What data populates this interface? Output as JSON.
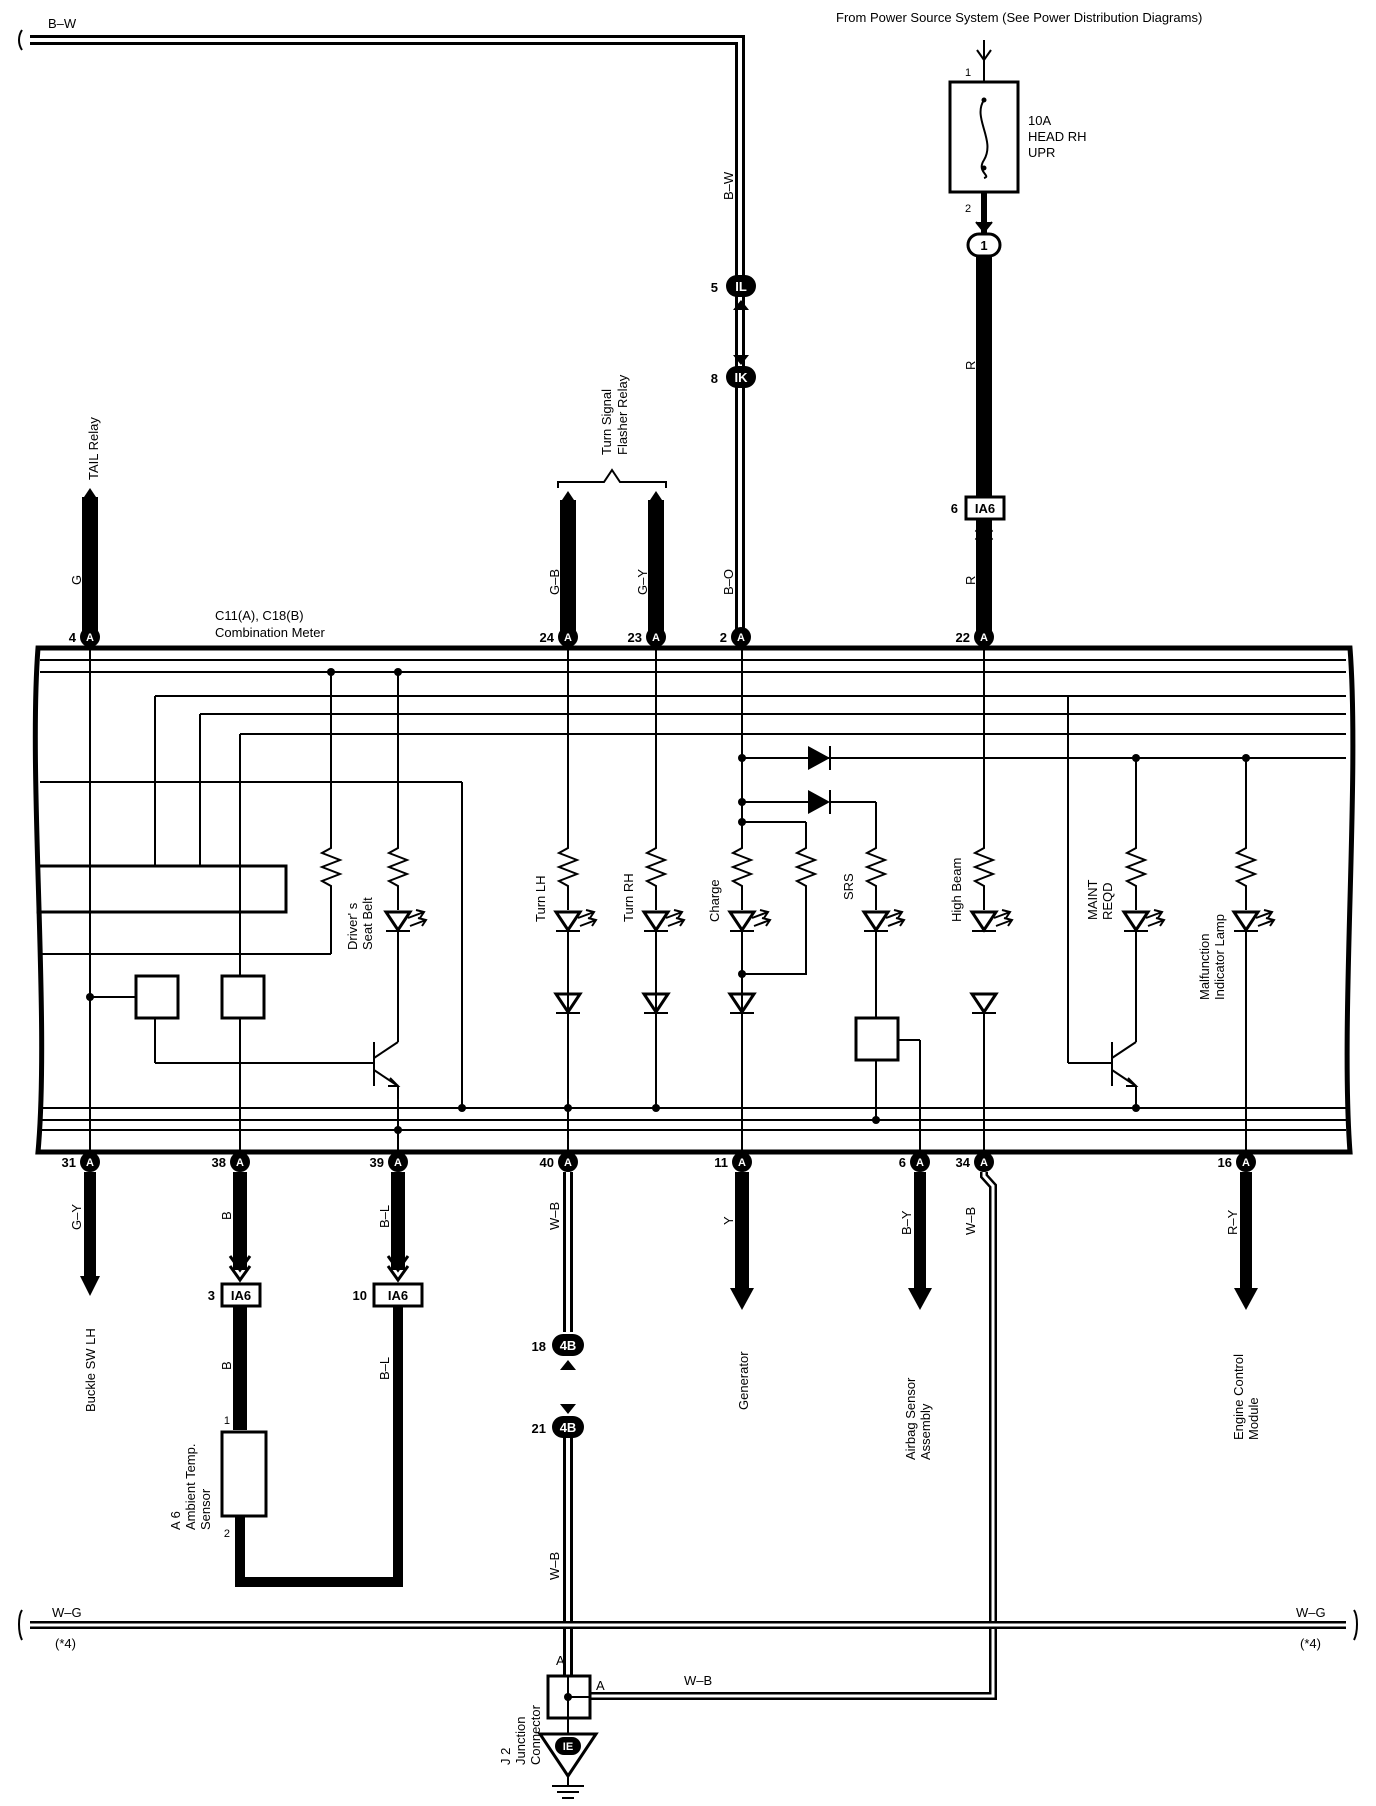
{
  "header": {
    "power_source": "From Power Source System (See Power Distribution Diagrams)"
  },
  "fuse": {
    "amp": "10A",
    "name_line1": "HEAD RH",
    "name_line2": "UPR",
    "pin_in": "1",
    "pin_out": "2"
  },
  "meter": {
    "code": "C11(A), C18(B)",
    "name": "Combination Meter",
    "connector_letter": "A"
  },
  "sources": {
    "tail_relay": "TAIL Relay",
    "turn_relay_line1": "Turn Signal",
    "turn_relay_line2": "Flasher Relay"
  },
  "wire_colors": {
    "b_w": "B–W",
    "g": "G",
    "g_b": "G–B",
    "g_y_top": "G–Y",
    "b_o": "B–O",
    "r": "R",
    "g_y": "G–Y",
    "b": "B",
    "b_l": "B–L",
    "w_b": "W–B",
    "y": "Y",
    "b_y": "B–Y",
    "r_y": "R–Y",
    "w_g": "W–G"
  },
  "junctions": {
    "il": "IL",
    "ik": "IK",
    "ia6": "IA6",
    "c1": "1",
    "b4": "4B",
    "ie": "IE"
  },
  "pins": {
    "il": "5",
    "ik": "8",
    "ia6_top": "6",
    "ia6_b": "3",
    "ia6_bl": "10",
    "c4b_18": "18",
    "c4b_21": "21",
    "sensor_1": "1",
    "sensor_2": "2"
  },
  "top_pins": [
    "4",
    "24",
    "23",
    "2",
    "22"
  ],
  "bottom_pins": [
    "31",
    "38",
    "39",
    "40",
    "11",
    "6",
    "34",
    "16"
  ],
  "lamps": {
    "seat_belt_line1": "Driver' s",
    "seat_belt_line2": "Seat Belt",
    "turn_lh": "Turn LH",
    "turn_rh": "Turn RH",
    "charge": "Charge",
    "srs": "SRS",
    "high_beam": "High Beam",
    "maint_line1": "MAINT",
    "maint_line2": "REQD",
    "mil_line1": "Malfunction",
    "mil_line2": "Indicator Lamp"
  },
  "destinations": {
    "buckle": "Buckle SW LH",
    "generator": "Generator",
    "airbag_line1": "Airbag Sensor",
    "airbag_line2": "Assembly",
    "ecm_line1": "Engine Control",
    "ecm_line2": "Module"
  },
  "sensor": {
    "code": "A 6",
    "name_line1": "Ambient Temp.",
    "name_line2": "Sensor"
  },
  "junction_connector": {
    "code": "J 2",
    "name_line1": "Junction",
    "name_line2": "Connector",
    "pin_a": "A",
    "pin_a2": "A"
  },
  "notes": {
    "star4": "(*4)"
  }
}
